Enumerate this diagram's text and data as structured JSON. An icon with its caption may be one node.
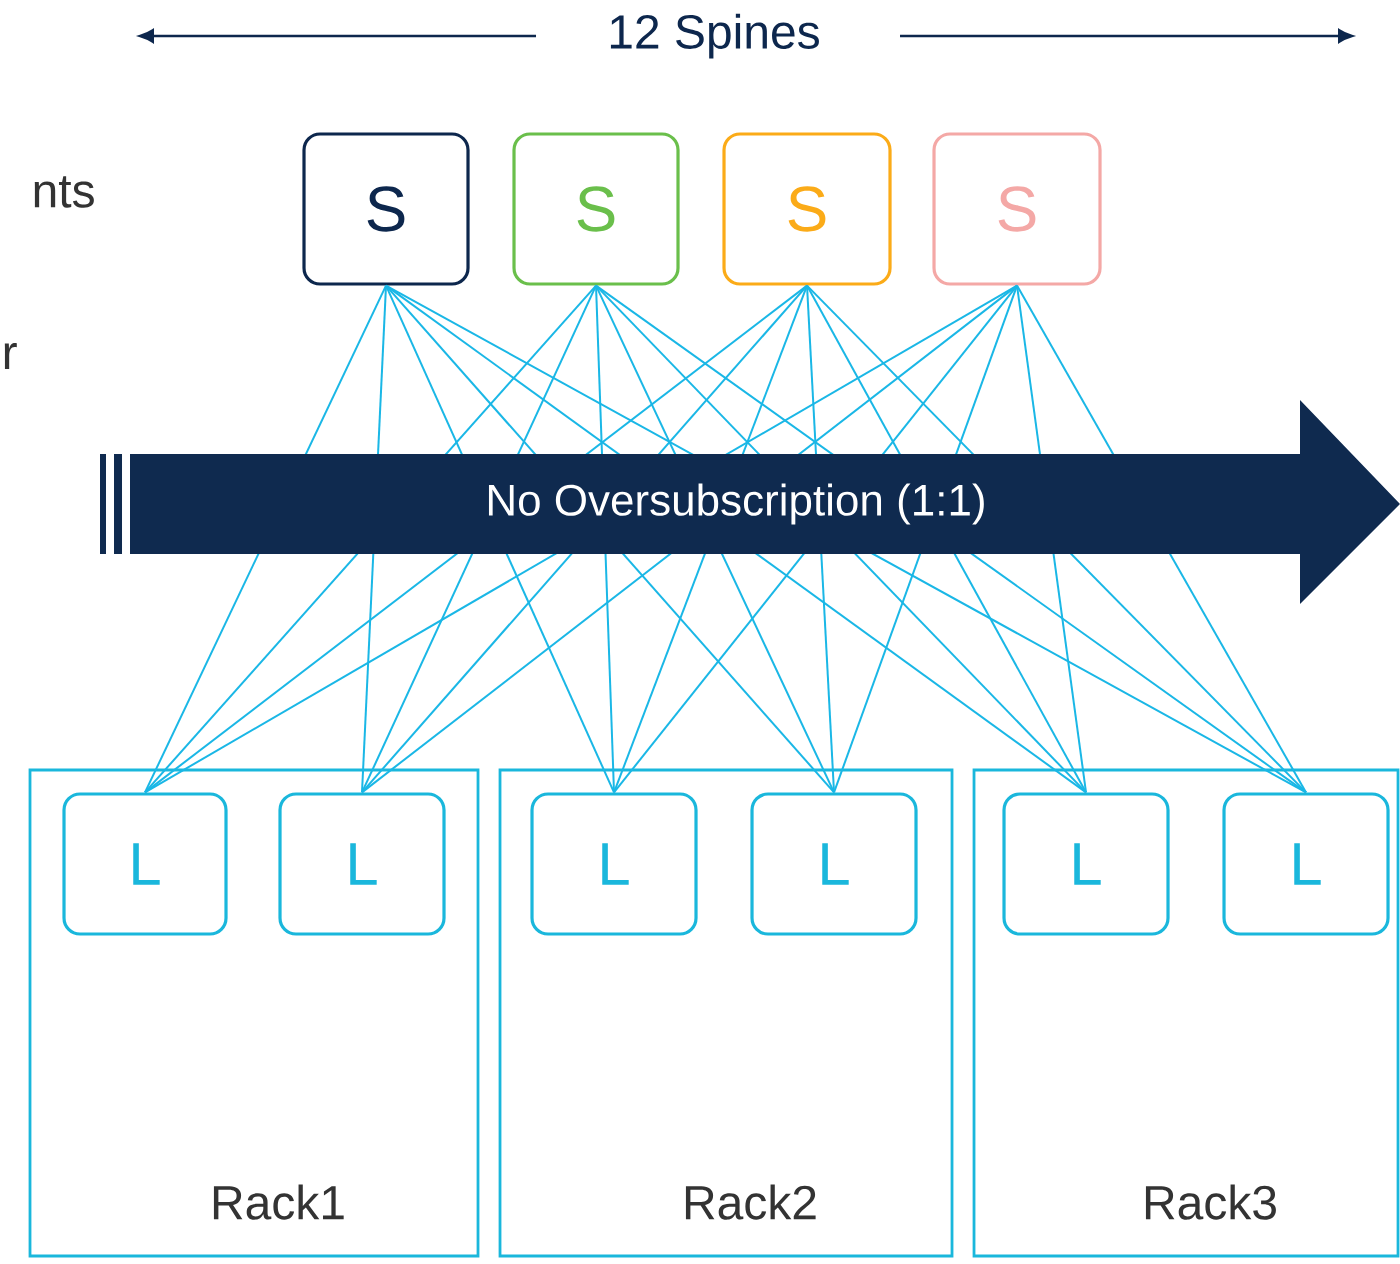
{
  "diagram": {
    "nodes": [
      {
        "text": [
          "S"
        ]
      },
      {
        "text": [
          "S"
        ]
      },
      {
        "text": [
          "S"
        ]
      },
      {
        "text": [
          "S"
        ]
      },
      {
        "text": [
          "Rack1"
        ]
      },
      {
        "text": [
          "L"
        ],
        "in": 4
      },
      {
        "text": [
          "L"
        ],
        "in": 4
      },
      {
        "text": [
          "Rack2"
        ]
      },
      {
        "text": [
          "L"
        ],
        "in": 7
      },
      {
        "text": [
          "L"
        ],
        "in": 7
      },
      {
        "text": [
          "Rack3"
        ]
      },
      {
        "text": [
          "L"
        ],
        "in": 10
      },
      {
        "text": [
          "L"
        ],
        "in": 10
      }
    ],
    "edges": [
      {
        "from": 0,
        "to": 5,
        "arrow": "none"
      },
      {
        "from": 0,
        "to": 6,
        "arrow": "none"
      },
      {
        "from": 0,
        "to": 8,
        "arrow": "none"
      },
      {
        "from": 0,
        "to": 9,
        "arrow": "none"
      },
      {
        "from": 0,
        "to": 11,
        "arrow": "none"
      },
      {
        "from": 0,
        "to": 12,
        "arrow": "none"
      },
      {
        "from": 1,
        "to": 5,
        "arrow": "none"
      },
      {
        "from": 1,
        "to": 6,
        "arrow": "none"
      },
      {
        "from": 1,
        "to": 8,
        "arrow": "none"
      },
      {
        "from": 1,
        "to": 9,
        "arrow": "none"
      },
      {
        "from": 1,
        "to": 11,
        "arrow": "none"
      },
      {
        "from": 1,
        "to": 12,
        "arrow": "none"
      },
      {
        "from": 2,
        "to": 5,
        "arrow": "none"
      },
      {
        "from": 2,
        "to": 6,
        "arrow": "none"
      },
      {
        "from": 2,
        "to": 8,
        "arrow": "none"
      },
      {
        "from": 2,
        "to": 9,
        "arrow": "none"
      },
      {
        "from": 2,
        "to": 11,
        "arrow": "none"
      },
      {
        "from": 2,
        "to": 12,
        "arrow": "none"
      },
      {
        "from": 3,
        "to": 5,
        "arrow": "none"
      },
      {
        "from": 3,
        "to": 6,
        "arrow": "none"
      },
      {
        "from": 3,
        "to": 8,
        "arrow": "none"
      },
      {
        "from": 3,
        "to": 9,
        "arrow": "none"
      },
      {
        "from": 3,
        "to": 11,
        "arrow": "none"
      },
      {
        "from": 3,
        "to": 12,
        "arrow": "none"
      }
    ],
    "labels": [
      "12 Spines",
      "nts",
      "r",
      "No Oversubscription (1:1)"
    ]
  }
}
